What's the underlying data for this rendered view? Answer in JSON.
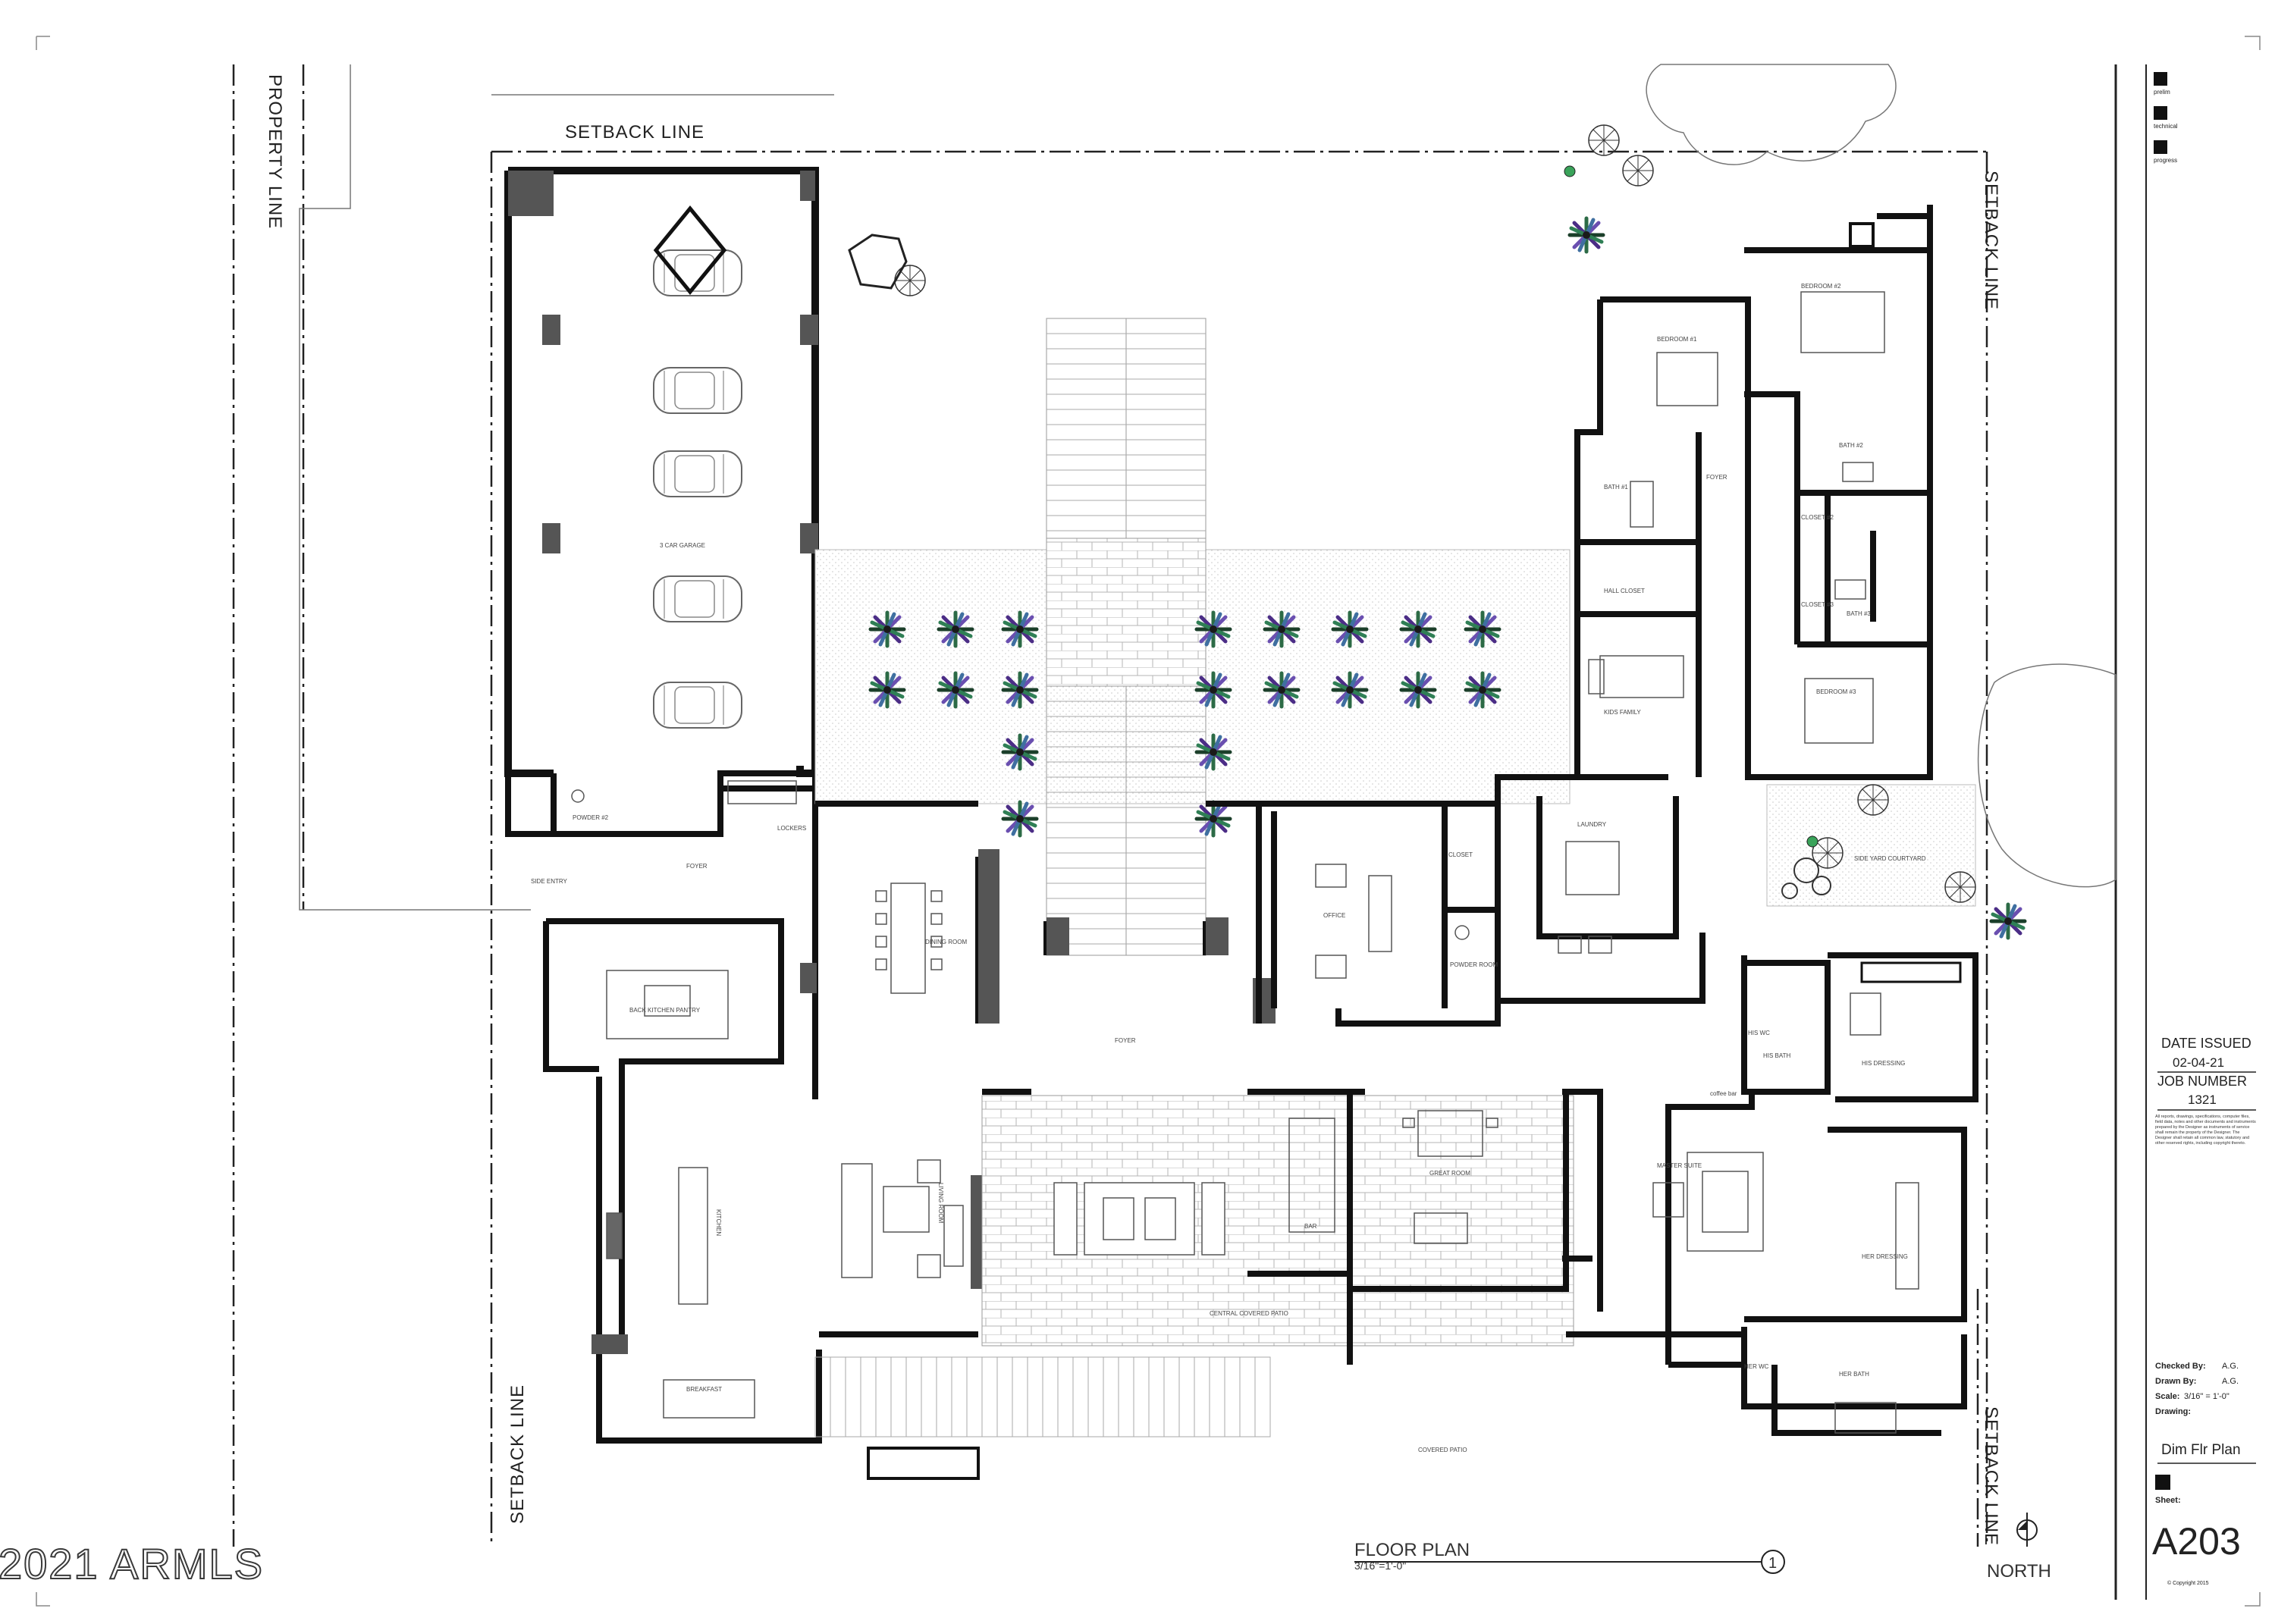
{
  "annotations": {
    "setback_line": "SETBACK LINE",
    "property_line": "PROPERTY LINE",
    "watermark": "2021 ARMLS",
    "north": "NORTH"
  },
  "plan_title": {
    "title": "FLOOR PLAN",
    "scale": "3/16\"=1'-0\"",
    "number": "1"
  },
  "rooms": {
    "car_garage": "3 CAR GARAGE",
    "powder_2": "POWDER #2",
    "lockers": "LOCKERS",
    "side_entry": "SIDE ENTRY",
    "foyer_side": "FOYER",
    "back_kitchen": "BACK KITCHEN PANTRY",
    "dining_room": "DINING ROOM",
    "foyer_main": "FOYER",
    "kitchen": "KITCHEN",
    "living_room": "LIVING ROOM",
    "breakfast": "BREAKFAST",
    "central_patio": "CENTRAL COVERED PATIO",
    "covered_patio": "COVERED PATIO",
    "bar": "BAR",
    "great_room": "GREAT ROOM",
    "office": "OFFICE",
    "closet": "CLOSET",
    "powder_room": "POWDER ROOM",
    "laundry": "LAUNDRY",
    "kids_family": "KIDS FAMILY",
    "hall_closet": "HALL CLOSET",
    "bedroom_1": "BEDROOM #1",
    "bedroom_2": "BEDROOM #2",
    "bedroom_3": "BEDROOM #3",
    "bath_1": "BATH #1",
    "bath_2": "BATH #2",
    "bath_3": "BATH #3",
    "closet_2": "CLOSET #2",
    "closet_3": "CLOSET #3",
    "foyer_wing": "FOYER",
    "side_yard": "SIDE YARD COURTYARD",
    "his_bath": "HIS BATH",
    "his_wc": "HIS WC",
    "master_suite": "MASTER SUITE",
    "his_dressing": "HIS DRESSING",
    "her_dressing": "HER DRESSING",
    "her_wc": "HER WC",
    "her_bath": "HER BATH",
    "coffee_bar": "coffee bar"
  },
  "title_block": {
    "date_label": "DATE ISSUED",
    "date_value": "02-04-21",
    "job_label": "JOB NUMBER",
    "job_value": "1321",
    "checked_label": "Checked By:",
    "checked_value": "A.G.",
    "drawn_label": "Drawn By:",
    "drawn_value": "A.G.",
    "scale_label": "Scale:",
    "scale_value": "3/16\" = 1'-0\"",
    "drawing_label": "Drawing:",
    "drawing_value": "Dim Flr Plan",
    "sheet_label": "Sheet:",
    "sheet_value": "A203",
    "legend_1": "prelim",
    "legend_2": "technical",
    "legend_3": "progress",
    "copyright": "© Copyright 2015",
    "notice": "All reports, drawings, specifications, computer files, field data, notes and other documents and instruments prepared by the Designer as instruments of service shall remain the property of the Designer. The Designer shall retain all common law, statutory and other reserved rights, including copyright thereto."
  }
}
